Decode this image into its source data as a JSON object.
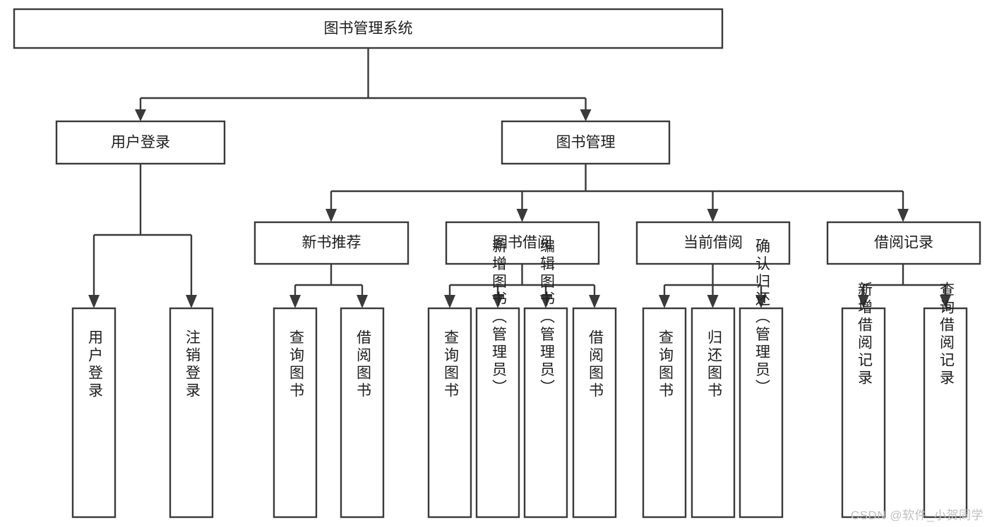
{
  "diagram": {
    "title": "图书管理系统",
    "type": "tree-hierarchy-diagram",
    "colors": {
      "stroke": "#3a3a3a",
      "fill": "#ffffff",
      "text": "#1d1d1d",
      "watermark": "#bfbfbf",
      "background": "#ffffff"
    },
    "root": {
      "label": "图书管理系统"
    },
    "level2": [
      {
        "label": "用户登录"
      },
      {
        "label": "图书管理"
      }
    ],
    "level3": [
      {
        "label": "新书推荐"
      },
      {
        "label": "图书借阅"
      },
      {
        "label": "当前借阅"
      },
      {
        "label": "借阅记录"
      }
    ],
    "leaves": {
      "user_login": [
        {
          "label": "用户登录"
        },
        {
          "label": "注销登录"
        }
      ],
      "new_book_recommend": [
        {
          "label": "查询图书"
        },
        {
          "label": "借阅图书"
        }
      ],
      "book_borrow": [
        {
          "label": "查询图书"
        },
        {
          "label": "新增图书（管理员）"
        },
        {
          "label": "编辑图书（管理员）"
        },
        {
          "label": "借阅图书"
        }
      ],
      "current_borrow": [
        {
          "label": "查询图书"
        },
        {
          "label": "归还图书"
        },
        {
          "label": "确认归还（管理员）"
        }
      ],
      "borrow_record": [
        {
          "label": "新增借阅记录"
        },
        {
          "label": "查询借阅记录"
        }
      ]
    }
  },
  "watermark": {
    "text": "CSDN @软件_小贺同学"
  }
}
